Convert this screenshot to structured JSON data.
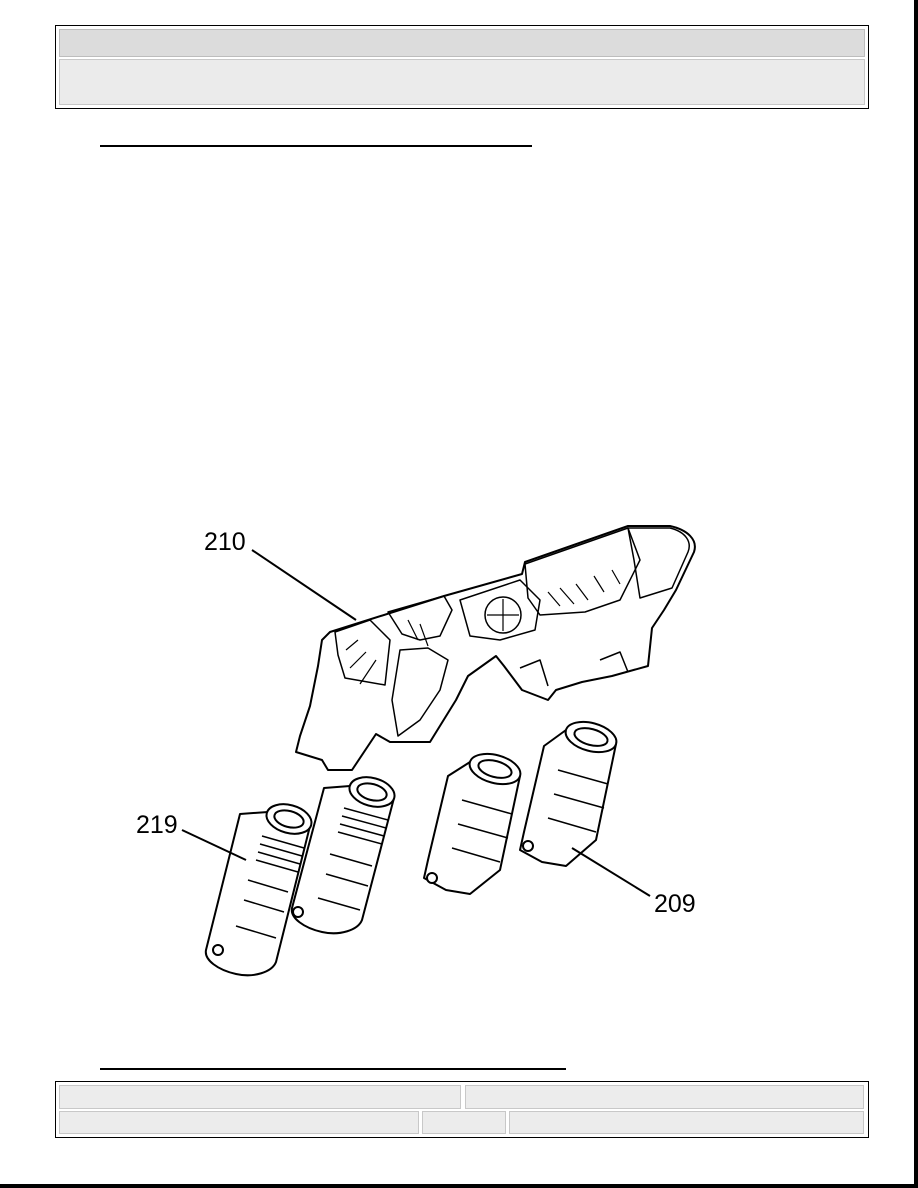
{
  "figure": {
    "callouts": {
      "housing": "210",
      "threaded_lifter": "219",
      "plain_lifter": "209"
    }
  }
}
